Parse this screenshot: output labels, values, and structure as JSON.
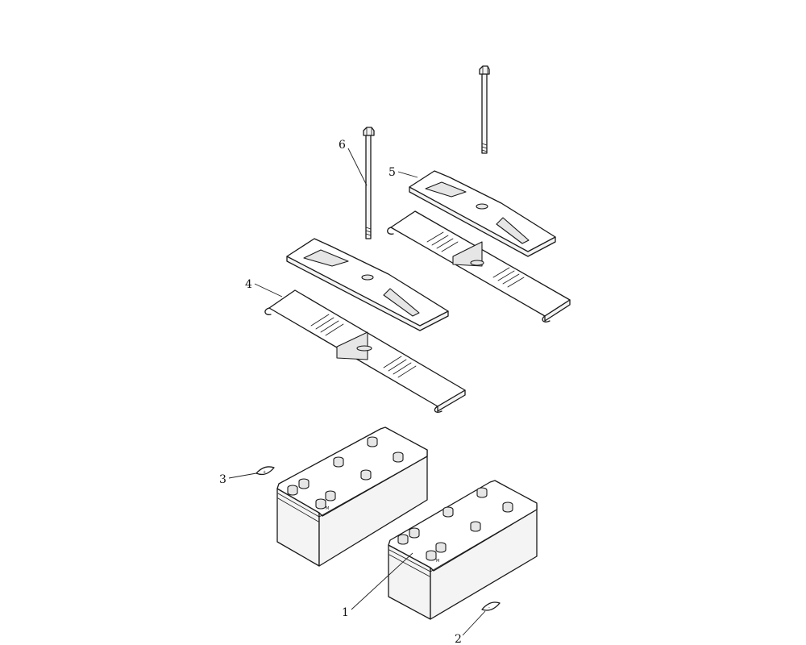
{
  "callouts": [
    {
      "id": "1",
      "label": "1",
      "part": "battery"
    },
    {
      "id": "2",
      "label": "2",
      "part": "terminal-label-negative"
    },
    {
      "id": "3",
      "label": "3",
      "part": "terminal-label-positive"
    },
    {
      "id": "4",
      "label": "4",
      "part": "battery-tray"
    },
    {
      "id": "5",
      "label": "5",
      "part": "hold-down-bracket"
    },
    {
      "id": "6",
      "label": "6",
      "part": "hold-down-bolt"
    }
  ],
  "marks": {
    "battery_terminal_mark": "M",
    "label_plus": "+",
    "label_minus": "-"
  }
}
